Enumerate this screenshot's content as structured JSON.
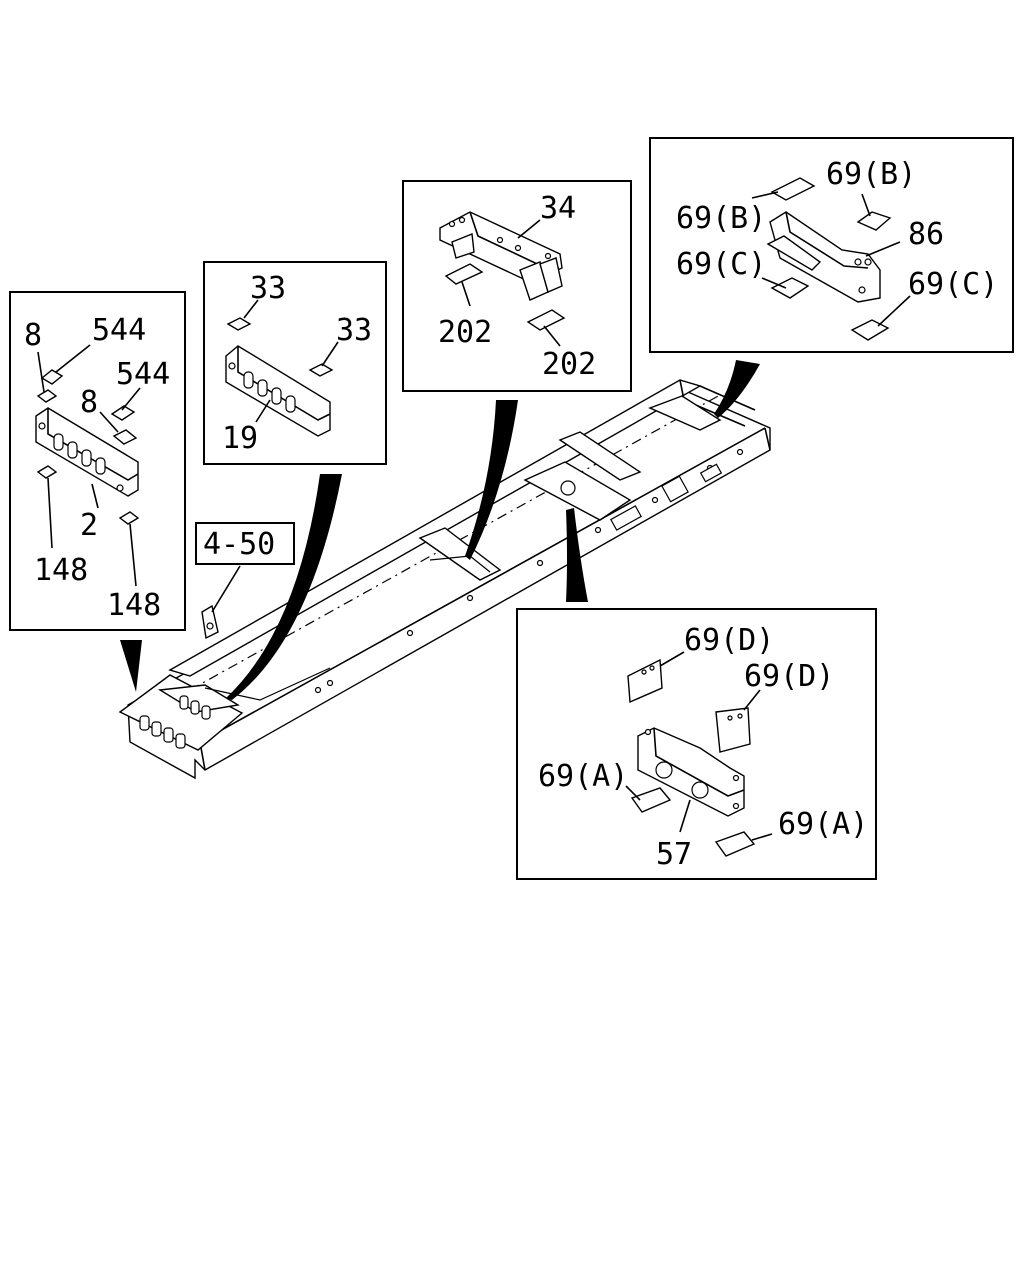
{
  "diagram": {
    "frame_ref": "4-50",
    "callouts": {
      "rear_crossmember_box": {
        "p8_a": "8",
        "p544_a": "544",
        "p544_b": "544",
        "p8_b": "8",
        "p2": "2",
        "p148_a": "148",
        "p148_b": "148"
      },
      "crossmember_19_box": {
        "p33_a": "33",
        "p33_b": "33",
        "p19": "19"
      },
      "crossmember_34_box": {
        "p34": "34",
        "p202_a": "202",
        "p202_b": "202"
      },
      "crossmember_86_box": {
        "p69b_a": "69(B)",
        "p69b_b": "69(B)",
        "p86": "86",
        "p69c_a": "69(C)",
        "p69c_b": "69(C)"
      },
      "crossmember_57_box": {
        "p69d_a": "69(D)",
        "p69d_b": "69(D)",
        "p69a_a": "69(A)",
        "p69a_b": "69(A)",
        "p57": "57"
      }
    }
  }
}
